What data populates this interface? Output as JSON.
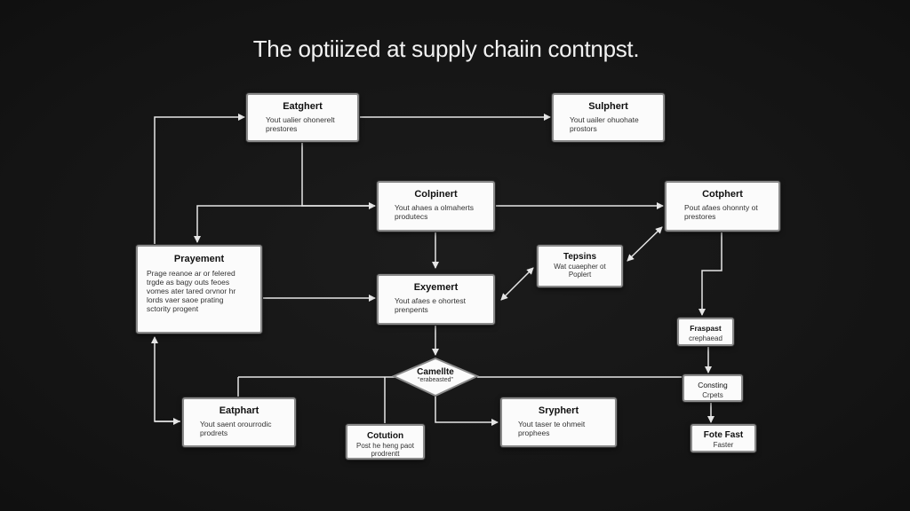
{
  "diagram": {
    "title": "The optiiized at supply chaiin contnpst.",
    "nodes": {
      "top_left": {
        "title": "Eatghert",
        "body": "Yout ualier  ohonerelt\nprestores"
      },
      "top_right": {
        "title": "Sulphert",
        "body": "Yout uailer  ohuohate\nprostors"
      },
      "mid_center": {
        "title": "Colpinert",
        "body": "Yout ahaes  a olmaherts\nprodutecs"
      },
      "mid_right": {
        "title": "Cotphert",
        "body": "Pout afaes  ohonnty ot\nprestores"
      },
      "left_big": {
        "title": "Prayement",
        "body": "Prage reanoe  ar or felered\ntrgde  as bagy  outs  feoes\nvomes  ater  tared  orvnor hr\nlords  vaer  saoe  prating\nsctority  progent"
      },
      "tepsins": {
        "title": "Tepsins",
        "body": "Wat  cuaepher  ot\nPoplert"
      },
      "center": {
        "title": "Exyemert",
        "body": "Yout  afaes  e  ohortest\nprenpents"
      },
      "fraspot": {
        "title": "Fraspast",
        "body": "crephaead"
      },
      "diamond": {
        "title": "Camellte",
        "body": "“erabeasted”"
      },
      "consting": {
        "title": "Consting",
        "body": "Crpets"
      },
      "bottom_left": {
        "title": "Eatphart",
        "body": "Yout  saent  orourrodic\nprodrets"
      },
      "cotution": {
        "title": "Cotution",
        "body": "Post  he  heng  paot\nprodrentt"
      },
      "bottom_center": {
        "title": "Sryphert",
        "body": "Yout  taser  te  ohmeit\nprophees"
      },
      "fate_fast": {
        "title": "Fote Fast",
        "body": "Faster"
      }
    }
  }
}
